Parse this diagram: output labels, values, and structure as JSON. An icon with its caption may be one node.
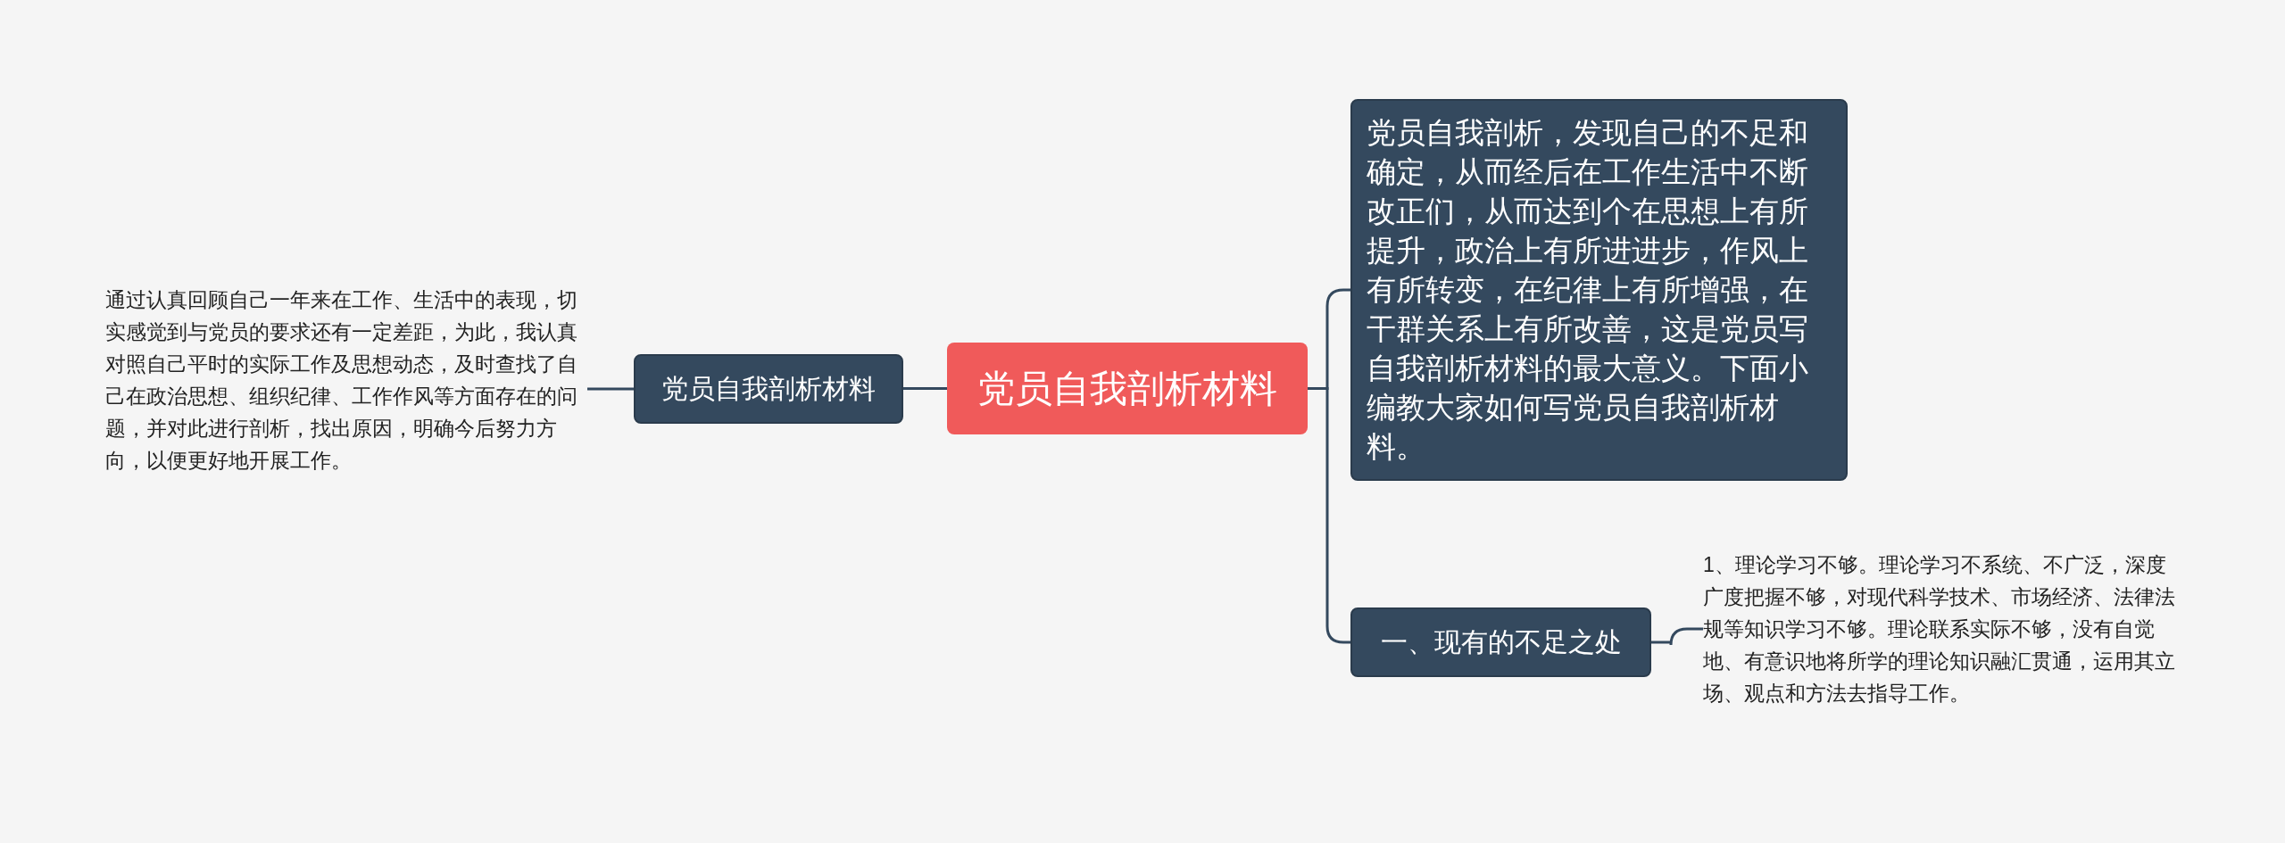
{
  "diagram": {
    "nodes": [
      {
        "text": [
          "党员自我剖析材料"
        ]
      },
      {
        "text": [
          "党员自我剖析材料"
        ]
      },
      {
        "text": [
          "通过认真回顾自己一年来在工作、生活中的表现，切实感觉到与党员的要求还有一定差距，为此，我认真对照自己平时的实际工作及思想动态，及时查找了自己在政治思想、组织纪律、工作作风等方面存在的问题，并对此进行剖析，找出原因，明确今后努力方向，以便更好地开展工作。"
        ]
      },
      {
        "text": [
          "党员自我剖析，发现自己的不足和确定，从而经后在工作生活中不断改正们，从而达到个在思想上有所提升，政治上有所进进步，作风上有所转变，在纪律上有所增强，在干群关系上有所改善，这是党员写自我剖析材料的最大意义。下面小编教大家如何写党员自我剖析材料。"
        ]
      },
      {
        "text": [
          "一、现有的不足之处"
        ]
      },
      {
        "text": [
          "1、理论学习不够。理论学习不系统、不广泛，深度广度把握不够，对现代科学技术、市场经济、法律法规等知识学习不够。理论联系实际不够，没有自觉地、有意识地将所学的理论知识融汇贯通，运用其立场、观点和方法去指导工作。"
        ]
      }
    ],
    "edges": [
      {
        "from": 0,
        "to": 1,
        "arrow": "none"
      },
      {
        "from": 1,
        "to": 2,
        "arrow": "none"
      },
      {
        "from": 0,
        "to": 3,
        "arrow": "none"
      },
      {
        "from": 0,
        "to": 4,
        "arrow": "none"
      },
      {
        "from": 4,
        "to": 5,
        "arrow": "none"
      }
    ]
  }
}
